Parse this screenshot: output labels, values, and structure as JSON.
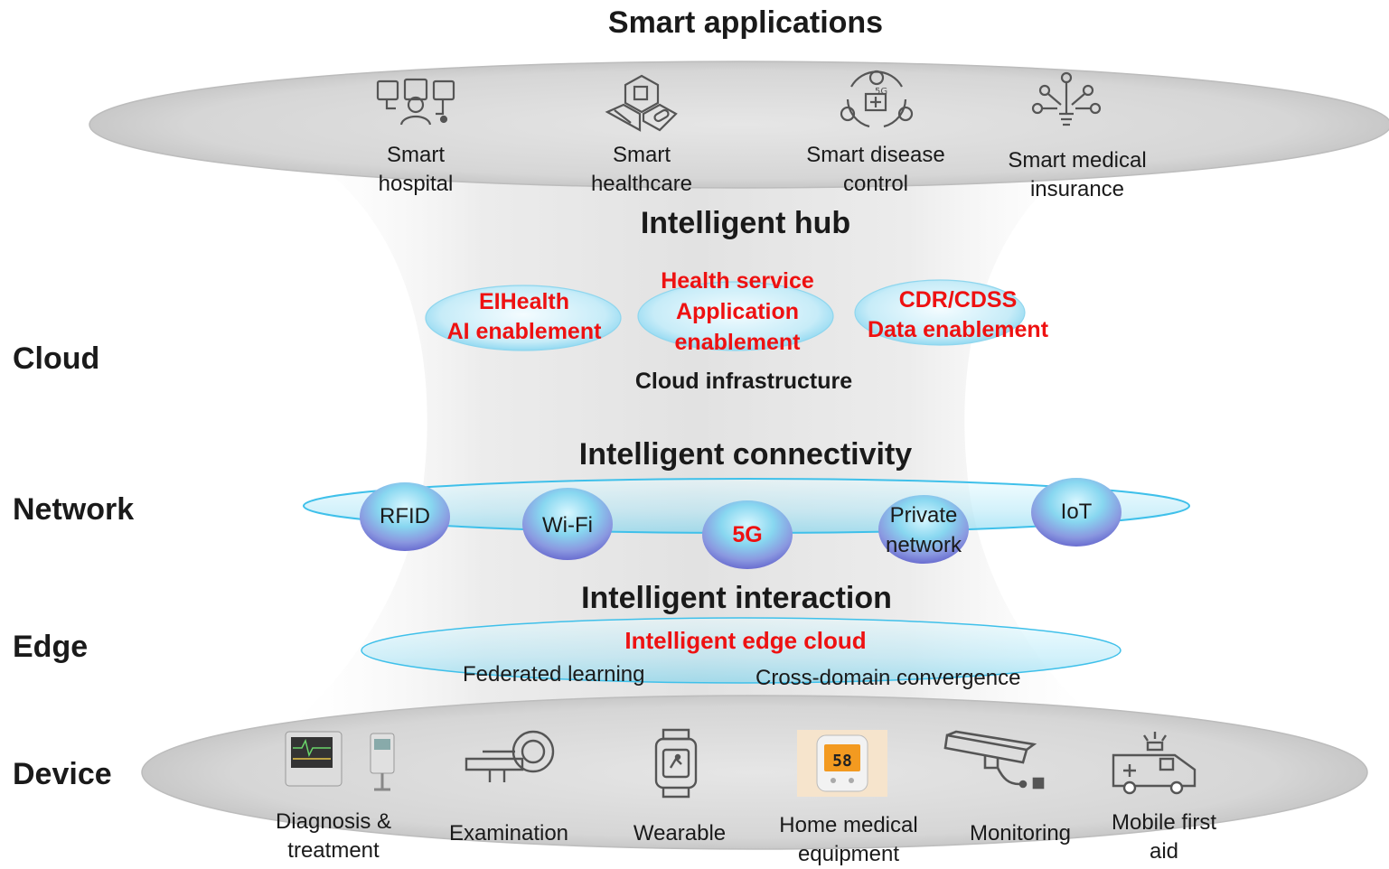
{
  "headings": {
    "smart_applications": "Smart applications",
    "intelligent_hub": "Intelligent hub",
    "cloud_infrastructure": "Cloud infrastructure",
    "intelligent_connectivity": "Intelligent connectivity",
    "intelligent_interaction": "Intelligent interaction"
  },
  "layers": {
    "cloud": "Cloud",
    "network": "Network",
    "edge": "Edge",
    "device": "Device"
  },
  "applications": [
    {
      "line1": "Smart",
      "line2": "hospital",
      "icon": "hospital-monitors-icon"
    },
    {
      "line1": "Smart",
      "line2": "healthcare",
      "icon": "dna-pill-cubes-icon"
    },
    {
      "line1": "Smart disease",
      "line2": "control",
      "icon": "5g-disease-control-icon"
    },
    {
      "line1": "Smart medical",
      "line2": "insurance",
      "icon": "lightbulb-network-icon"
    }
  ],
  "hub": [
    {
      "line1": "EIHealth",
      "line2": "AI enablement",
      "line3": ""
    },
    {
      "line1": "Health service",
      "line2": "Application",
      "line3": "enablement"
    },
    {
      "line1": "CDR/CDSS",
      "line2": "Data enablement",
      "line3": ""
    }
  ],
  "connectivity": [
    {
      "line1": "RFID",
      "line2": ""
    },
    {
      "line1": "Wi-Fi",
      "line2": ""
    },
    {
      "line1": "5G",
      "line2": ""
    },
    {
      "line1": "Private",
      "line2": "network"
    },
    {
      "line1": "IoT",
      "line2": ""
    }
  ],
  "edge": {
    "title": "Intelligent edge cloud",
    "federated": "Federated learning",
    "cross_domain": "Cross-domain convergence"
  },
  "devices": [
    {
      "line1": "Diagnosis &",
      "line2": "treatment",
      "icon": "medical-monitor-icon"
    },
    {
      "line1": "Examination",
      "line2": "",
      "icon": "mri-scanner-icon"
    },
    {
      "line1": "Wearable",
      "line2": "",
      "icon": "smartwatch-icon"
    },
    {
      "line1": "Home medical",
      "line2": "equipment",
      "icon": "glucose-meter-icon"
    },
    {
      "line1": "Monitoring",
      "line2": "",
      "icon": "surveillance-camera-icon"
    },
    {
      "line1": "Mobile first",
      "line2": "aid",
      "icon": "ambulance-icon"
    }
  ],
  "colors": {
    "highlight_red": "#ee1111",
    "bubble_cyan": "#5fd0ef",
    "bubble_purple": "#a88ad8"
  }
}
